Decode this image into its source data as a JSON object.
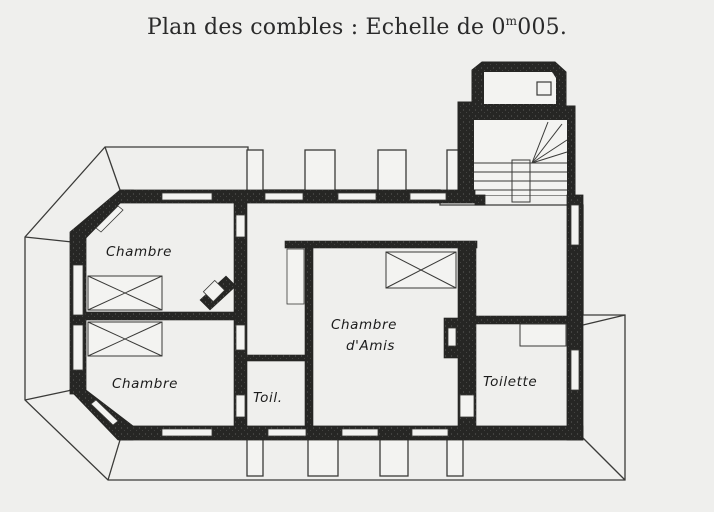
{
  "title": {
    "prefix": "Plan des combles : Echelle de 0",
    "sup": "m",
    "suffix": "005."
  },
  "rooms": {
    "chambre_top": "Chambre",
    "chambre_bottom": "Chambre",
    "chambre_amis_line1": "Chambre",
    "chambre_amis_line2": "d'Amis",
    "toilette": "Toilette",
    "toil": "Toil."
  },
  "colors": {
    "wall": "#262624",
    "line": "#3a3a38",
    "paper": "#efefed"
  }
}
